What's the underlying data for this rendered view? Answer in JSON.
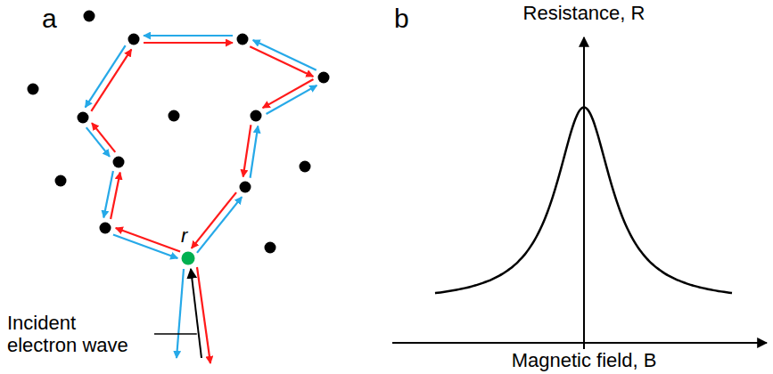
{
  "diagram": {
    "labels": [
      "a",
      "b",
      "r",
      "Incident electron wave",
      "Resistance, R",
      "Magnetic field, B"
    ]
  }
}
